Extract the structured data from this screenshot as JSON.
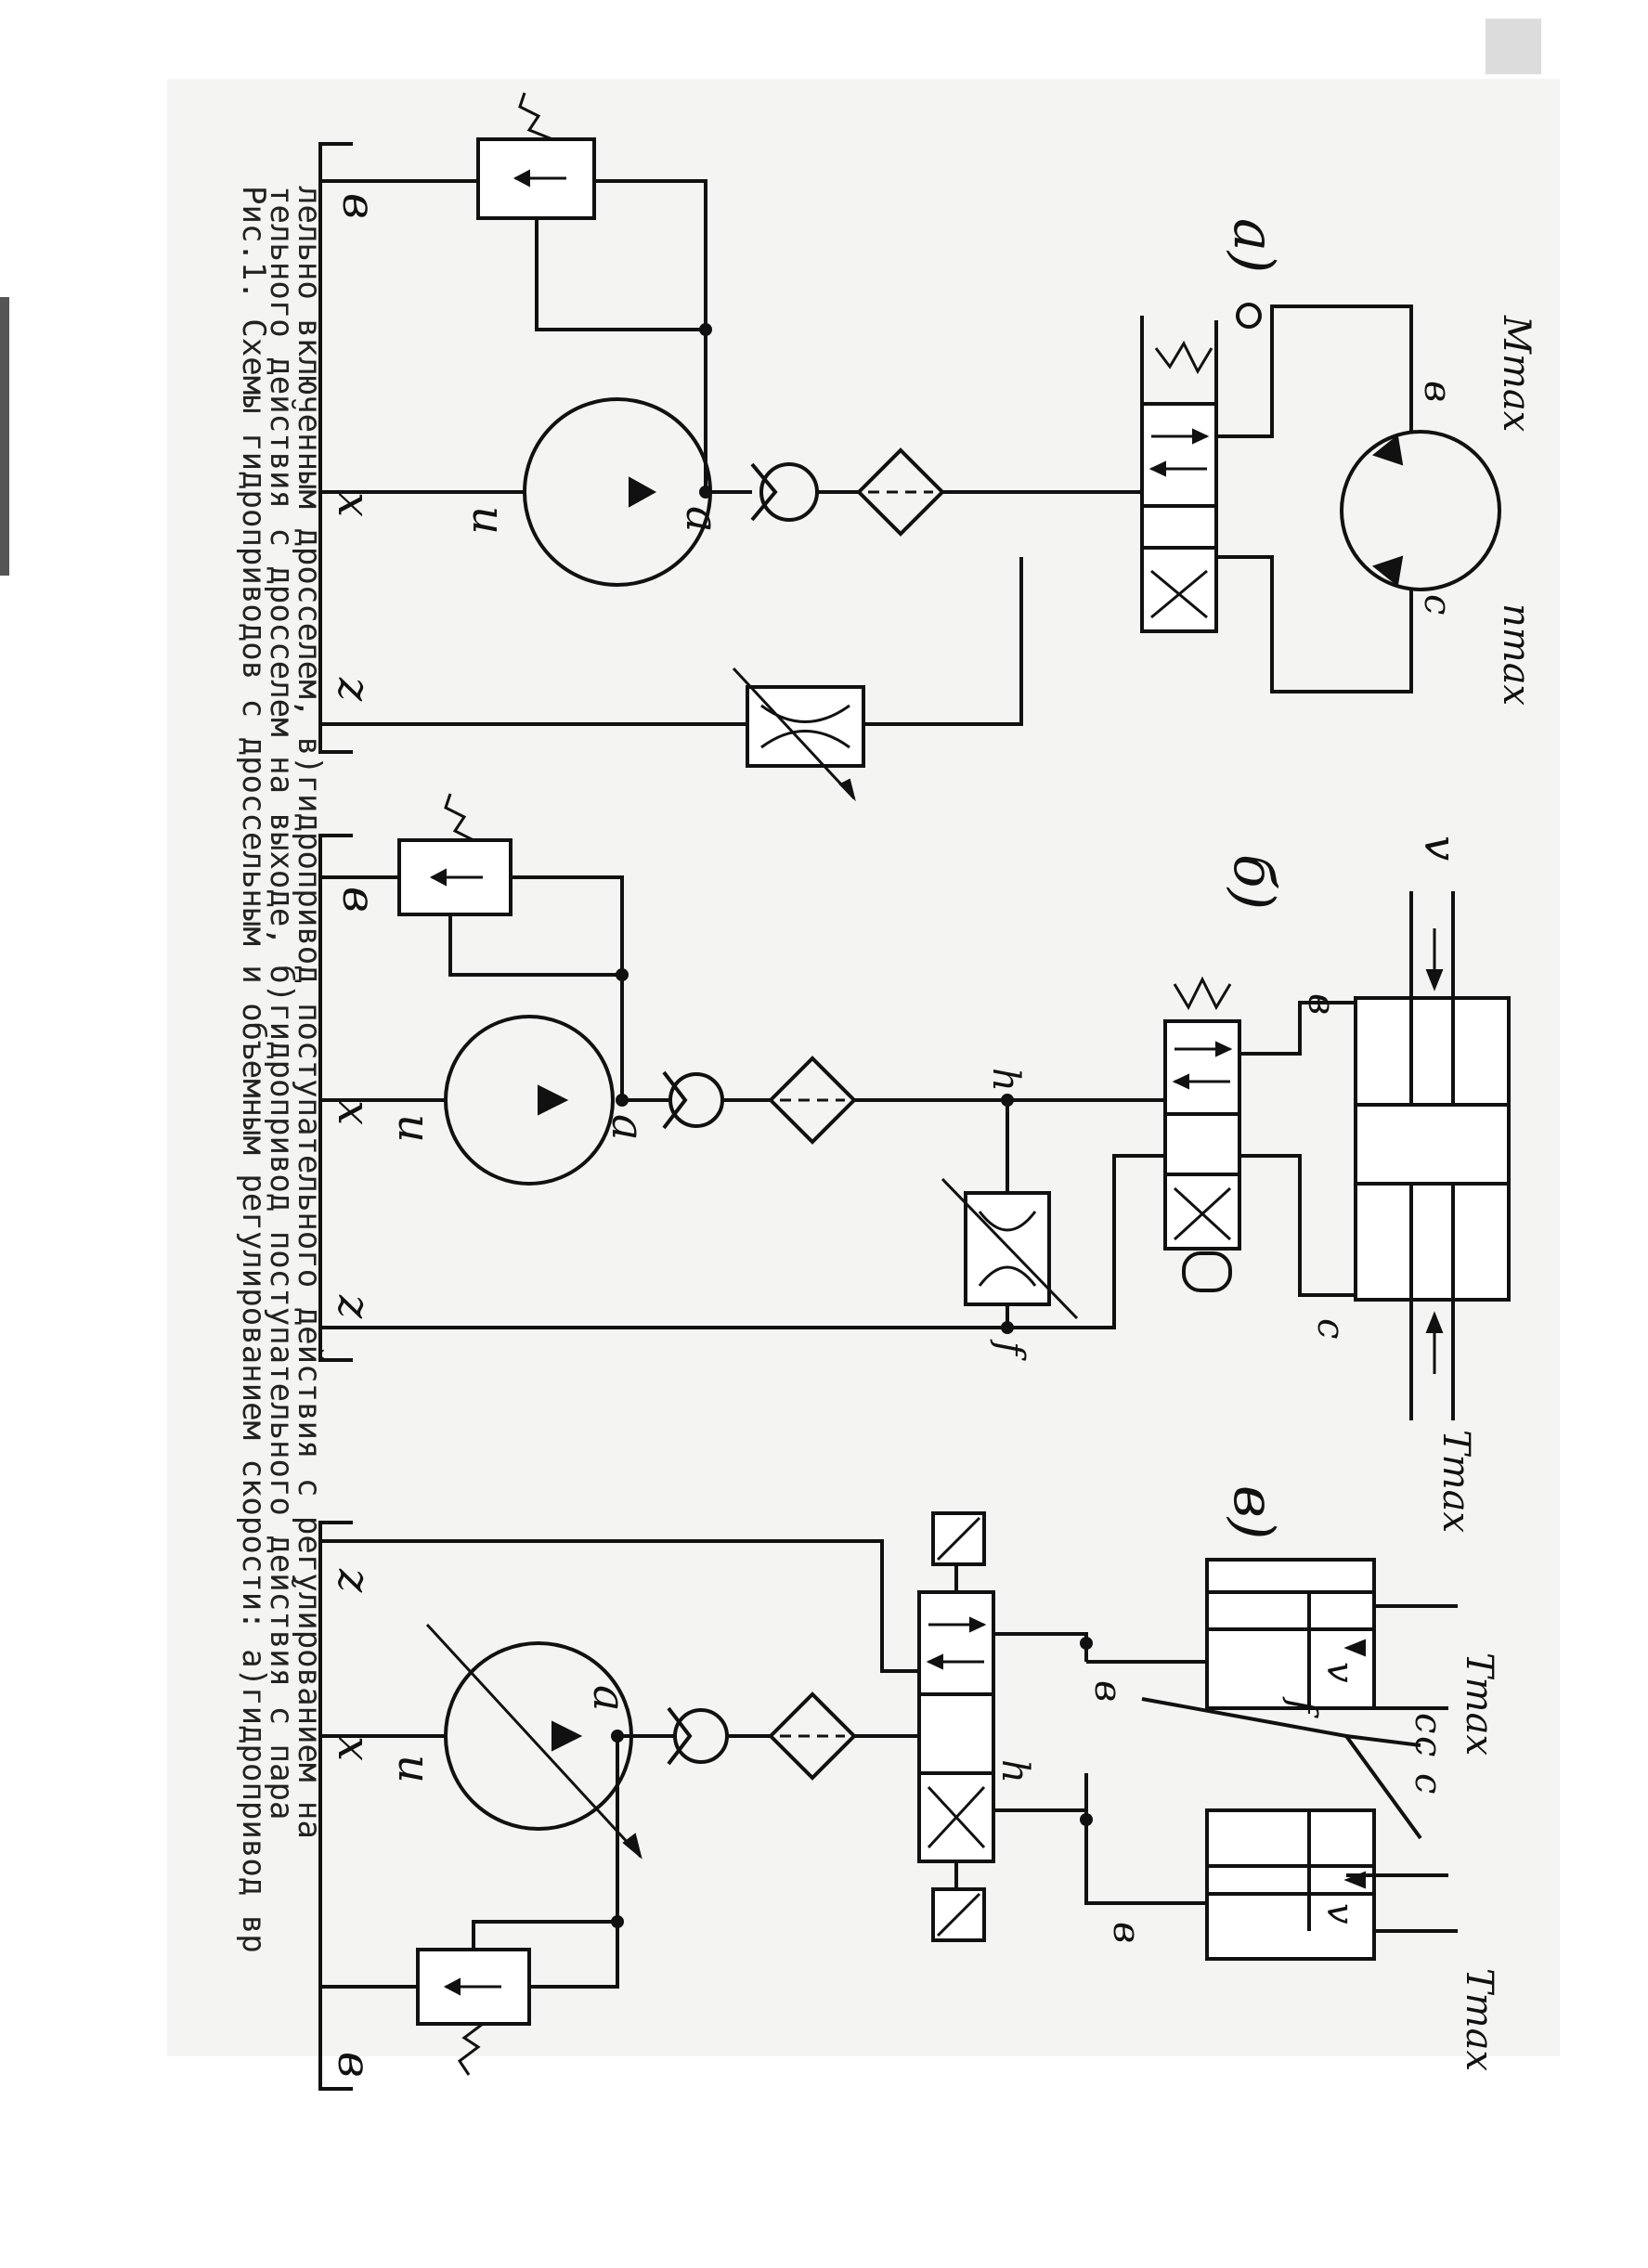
{
  "caption": {
    "line1": "Рис.1. Схемы гидроприводов с дроссельным и объемным регулированием скорости: а)гидропривод вр",
    "line2": "тельного действия с дросселем на выходе, б)гидропривод поступательного действия с пара",
    "line3": "лельно включенным дросселем, в)гидропривод поступательного действия с регулированием на"
  },
  "panels": {
    "a": {
      "title": "а)",
      "labels": {
        "x": "x",
        "z": "z",
        "b": "в",
        "u": "u",
        "a": "a",
        "c": "c",
        "b2": "в"
      },
      "motor": {
        "torque": "Mmax",
        "speed": "nmax"
      }
    },
    "b": {
      "title": "б)",
      "labels": {
        "x": "x",
        "z": "z",
        "b": "в",
        "u": "u",
        "a": "a",
        "h": "h",
        "f": "f",
        "b2": "в",
        "c": "c"
      },
      "cylinder": {
        "velocity": "v",
        "force": "Tmax"
      }
    },
    "c": {
      "title": "в)",
      "labels": {
        "x": "x",
        "z": "z",
        "b": "в",
        "u": "u",
        "a": "a",
        "h": "h",
        "f": "f",
        "c1": "c",
        "c2": "c",
        "c3": "c",
        "b1": "в",
        "b2": "в"
      },
      "cylinders": {
        "velocity": "v",
        "force": "Tmax"
      }
    }
  },
  "colors": {
    "ink": "#111111",
    "paper": "#f4f4f2"
  }
}
